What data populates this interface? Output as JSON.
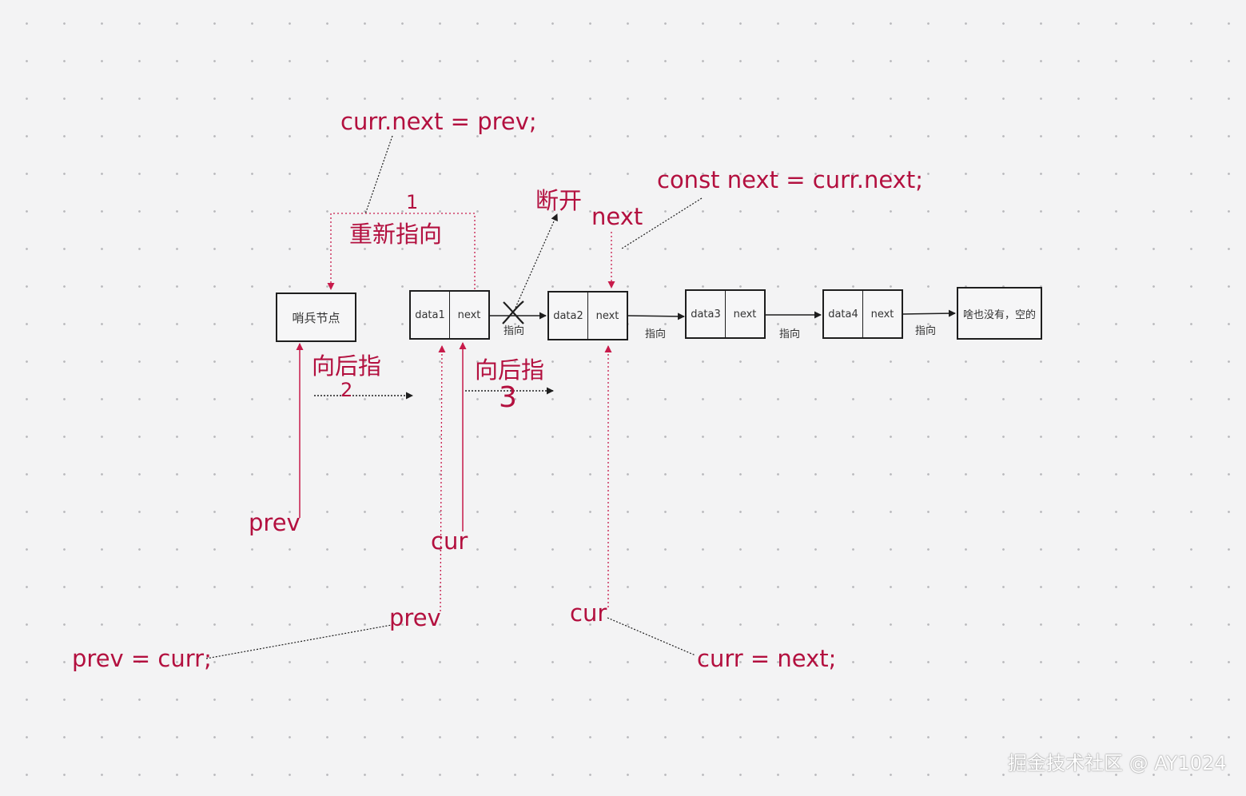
{
  "code": {
    "reassign": "curr.next = prev;",
    "save_next": "const next = curr.next;",
    "move_prev": "prev = curr;",
    "move_curr": "curr = next;"
  },
  "annotations": {
    "step1_number": "1",
    "step1_label": "重新指向",
    "break_label": "断开",
    "step2_label": "向后指",
    "step2_number": "2",
    "step3_label": "向后指",
    "step3_number": "3"
  },
  "pointers": {
    "next_top": "next",
    "prev_initial": "prev",
    "cur_initial": "cur",
    "prev_new": "prev",
    "cur_new": "cur"
  },
  "nodes": {
    "sentinel": "哨兵节点",
    "node1": {
      "data": "data1",
      "next": "next"
    },
    "node2": {
      "data": "data2",
      "next": "next"
    },
    "node3": {
      "data": "data3",
      "next": "next"
    },
    "node4": {
      "data": "data4",
      "next": "next"
    },
    "empty": "啥也没有，空的"
  },
  "links": [
    "指向",
    "指向",
    "指向",
    "指向"
  ],
  "watermark": "掘金技术社区 @ AY1024",
  "colors": {
    "accent": "#b3103f",
    "box_border": "#1e1e1e",
    "background": "#f3f3f4"
  }
}
